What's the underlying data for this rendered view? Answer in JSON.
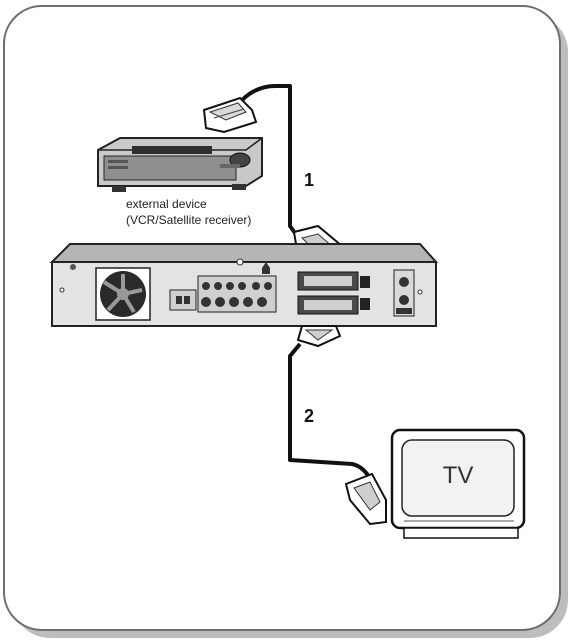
{
  "labels": {
    "external_device_line1": "external device",
    "external_device_line2": "(VCR/Satellite receiver)",
    "cable_1": "1",
    "cable_2": "2",
    "tv": "TV"
  },
  "colors": {
    "frame_shadow": "#b9b9b9",
    "frame_border": "#6e6e6e",
    "device_body": "#9a9a9a",
    "device_dark": "#3c3c3c",
    "cable": "#111111"
  }
}
